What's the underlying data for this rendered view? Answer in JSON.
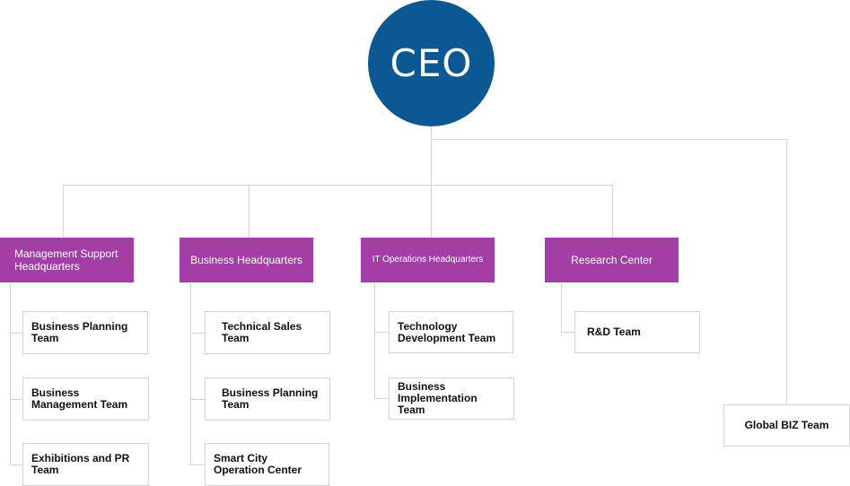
{
  "ceo": {
    "label": "CEO"
  },
  "headquarters": [
    {
      "label": "Management Support Headquarters"
    },
    {
      "label": "Business Headquarters"
    },
    {
      "label": "IT Operations Headquarters"
    },
    {
      "label": "Research Center"
    }
  ],
  "teams": {
    "management_support": [
      {
        "label": "Business Planning Team"
      },
      {
        "label": "Business Management Team"
      },
      {
        "label": "Exhibitions and PR Team"
      }
    ],
    "business": [
      {
        "label": "Technical Sales Team"
      },
      {
        "label": "Business Planning Team"
      },
      {
        "label": "Smart City Operation Center"
      }
    ],
    "it_operations": [
      {
        "label": "Technology Development Team"
      },
      {
        "label": "Business Implementation Team"
      }
    ],
    "research": [
      {
        "label": "R&D Team"
      }
    ]
  },
  "global": {
    "label": "Global BIZ Team"
  },
  "colors": {
    "ceo": "#0c5892",
    "headquarters": "#a23ea6",
    "connector": "#d4d4d4",
    "team_border": "#d4d4d4"
  }
}
